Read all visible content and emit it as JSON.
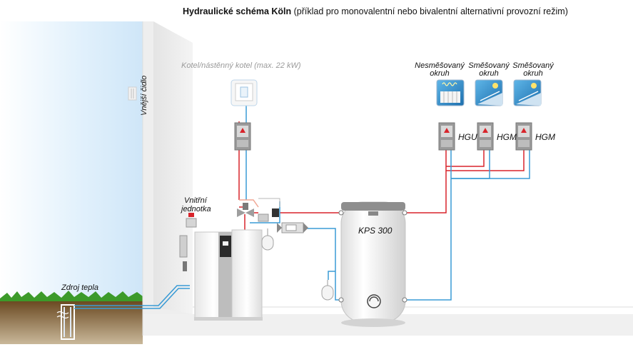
{
  "title": {
    "bold": "Hydraulické schéma Köln",
    "rest": " (příklad pro monovalentní nebo bivalentní alternativní provozní režim)"
  },
  "labels": {
    "kotel": "Kotel/nástěnný kotel (max. 22 kW)",
    "vnejsi_cidlo": "Vnější čidlo",
    "vnitrni_jednotka_1": "Vnitřní",
    "vnitrni_jednotka_2": "jednotka",
    "zdroj_tepla": "Zdroj tepla",
    "kps": "KPS 300",
    "nesmesovany_1": "Nesměšovaný",
    "nesmesovany_2": "okruh",
    "smesovany_a_1": "Směšovaný",
    "smesovany_a_2": "okruh",
    "smesovany_b_1": "Směšovaný",
    "smesovany_b_2": "okruh",
    "hgu": "HGU",
    "hgm_a": "HGM",
    "hgm_b": "HGM"
  },
  "colors": {
    "supply": "#d8242b",
    "return": "#3a9bd5",
    "wall": "#ececec",
    "sky": "#dceefb",
    "grass": "#3c9a2a",
    "soil": "#7a5a2e"
  },
  "icons": [
    "outdoor-sensor-icon",
    "boiler-icon",
    "radiator-icon",
    "floor-heating-icon",
    "pump-group-icon",
    "expansion-vessel-icon",
    "three-way-valve-icon"
  ]
}
